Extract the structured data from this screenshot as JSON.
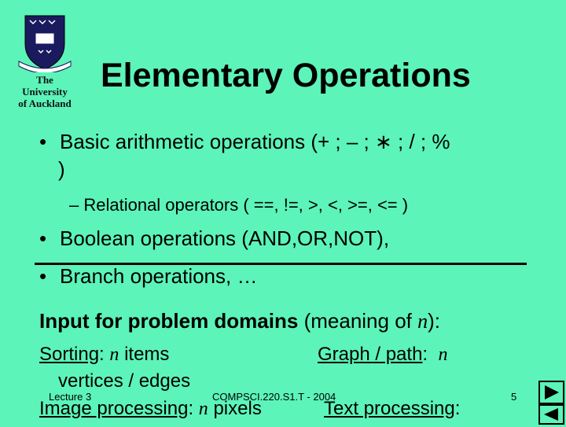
{
  "logo": {
    "line1": "The",
    "line2": "University",
    "line3": "of Auckland"
  },
  "title": "Elementary Operations",
  "bullets": [
    {
      "text": "Basic arithmetic operations (+ ; – ; ∗ ; / ; %",
      "continuation": ")"
    },
    {
      "text": "Boolean operations (AND,OR,NOT),"
    },
    {
      "text": "Branch operations, …"
    }
  ],
  "sub_bullet": "– Relational operators ( ==, !=, >, <, >=, <= )",
  "bullet_char": "•",
  "input_heading": {
    "bold": "Input for problem domains",
    "rest": "(meaning of",
    "var": "n",
    "close": "):"
  },
  "examples": {
    "sorting_label": "Sorting",
    "sorting_var": "n",
    "sorting_text": "items",
    "sorting_cont": "vertices / edges",
    "graph_label": "Graph / path",
    "graph_var": "n",
    "image_label": "Image processing",
    "image_var": "n",
    "image_text": "pixels",
    "text_label": "Text processing"
  },
  "footer": {
    "left": "Lecture 3",
    "center": "COMPSCI.220.S1.T - 2004",
    "page": "5"
  },
  "colors": {
    "background": "#5cf4b8",
    "crest": "#1a1a5e"
  }
}
